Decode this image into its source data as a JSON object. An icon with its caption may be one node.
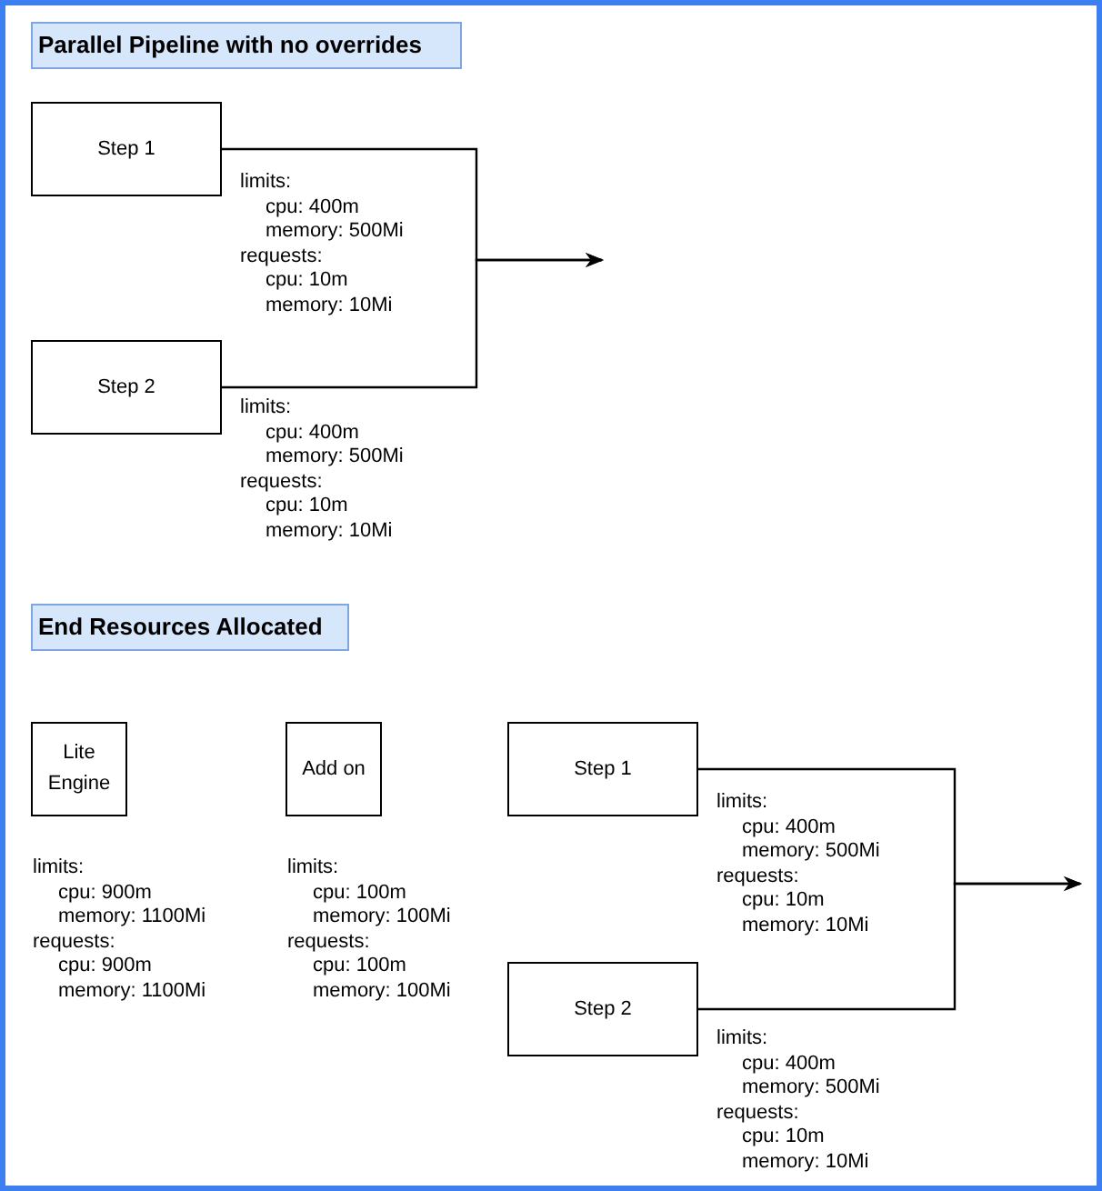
{
  "diagram": {
    "nodes": [
      {
        "text": [
          "Parallel Pipeline with no overrides"
        ]
      },
      {
        "text": [
          "Step 1"
        ],
        "beside": [
          "limits:",
          "cpu: 400m",
          "memory: 500Mi",
          "requests:",
          "cpu: 10m",
          "memory: 10Mi"
        ]
      },
      {
        "text": [
          "Step 2"
        ],
        "beside": [
          "limits:",
          "cpu: 400m",
          "memory: 500Mi",
          "requests:",
          "cpu: 10m",
          "memory: 10Mi"
        ]
      },
      {
        "text": [
          "End Resources Allocated"
        ]
      },
      {
        "text": [
          "Lite Engine"
        ],
        "beside": [
          "limits:",
          "cpu: 900m",
          "memory: 1100Mi",
          "requests:",
          "cpu: 900m",
          "memory: 1100Mi"
        ]
      },
      {
        "text": [
          "Add on"
        ],
        "beside": [
          "limits:",
          "cpu: 100m",
          "memory: 100Mi",
          "requests:",
          "cpu: 100m",
          "memory: 100Mi"
        ]
      },
      {
        "text": [
          "Step 1"
        ],
        "beside": [
          "limits:",
          "cpu: 400m",
          "memory: 500Mi",
          "requests:",
          "cpu: 10m",
          "memory: 10Mi"
        ]
      },
      {
        "text": [
          "Step 2"
        ],
        "beside": [
          "limits:",
          "cpu: 400m",
          "memory: 500Mi",
          "requests:",
          "cpu: 10m",
          "memory: 10Mi"
        ]
      }
    ],
    "edges": [
      {
        "from": 1,
        "to": null,
        "arrow": "to"
      },
      {
        "from": 2,
        "to": null,
        "arrow": "to"
      },
      {
        "from": 6,
        "to": null,
        "arrow": "to"
      },
      {
        "from": 7,
        "to": null,
        "arrow": "to"
      }
    ]
  }
}
